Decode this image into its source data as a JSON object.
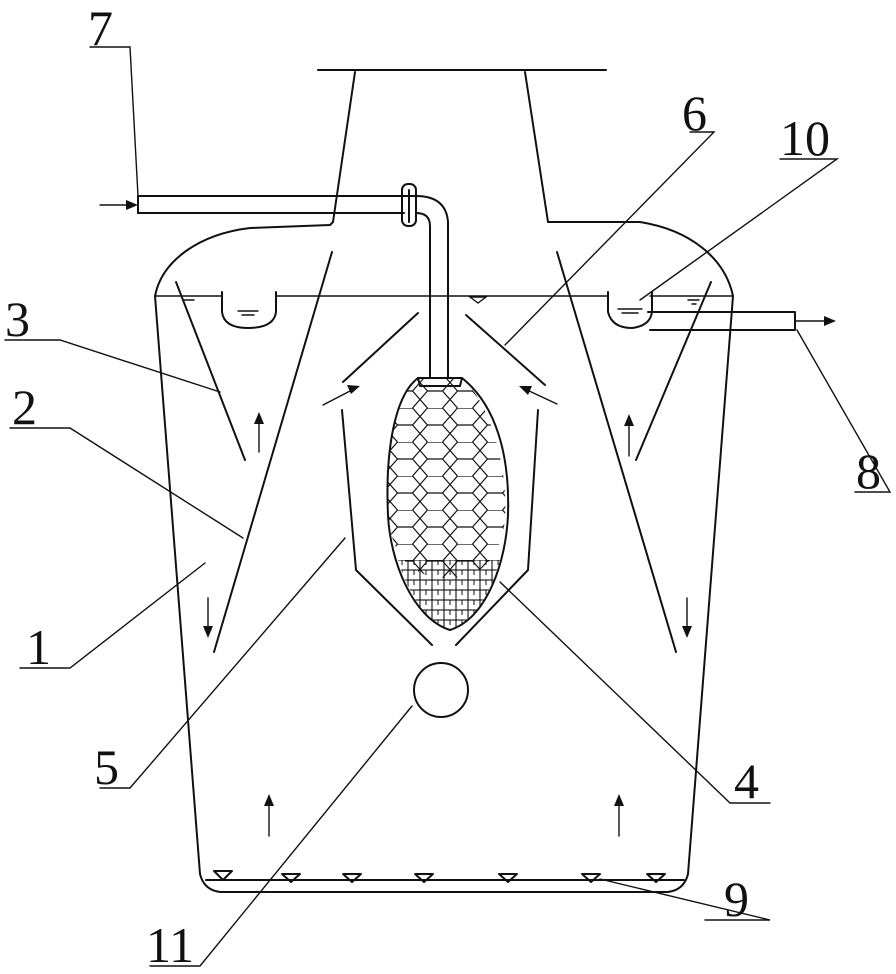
{
  "labels": {
    "l1": "1",
    "l2": "2",
    "l3": "3",
    "l4": "4",
    "l5": "5",
    "l6": "6",
    "l7": "7",
    "l8": "8",
    "l9": "9",
    "l10": "10",
    "l11": "11"
  },
  "colors": {
    "stroke": "#111111",
    "background": "#ffffff"
  }
}
